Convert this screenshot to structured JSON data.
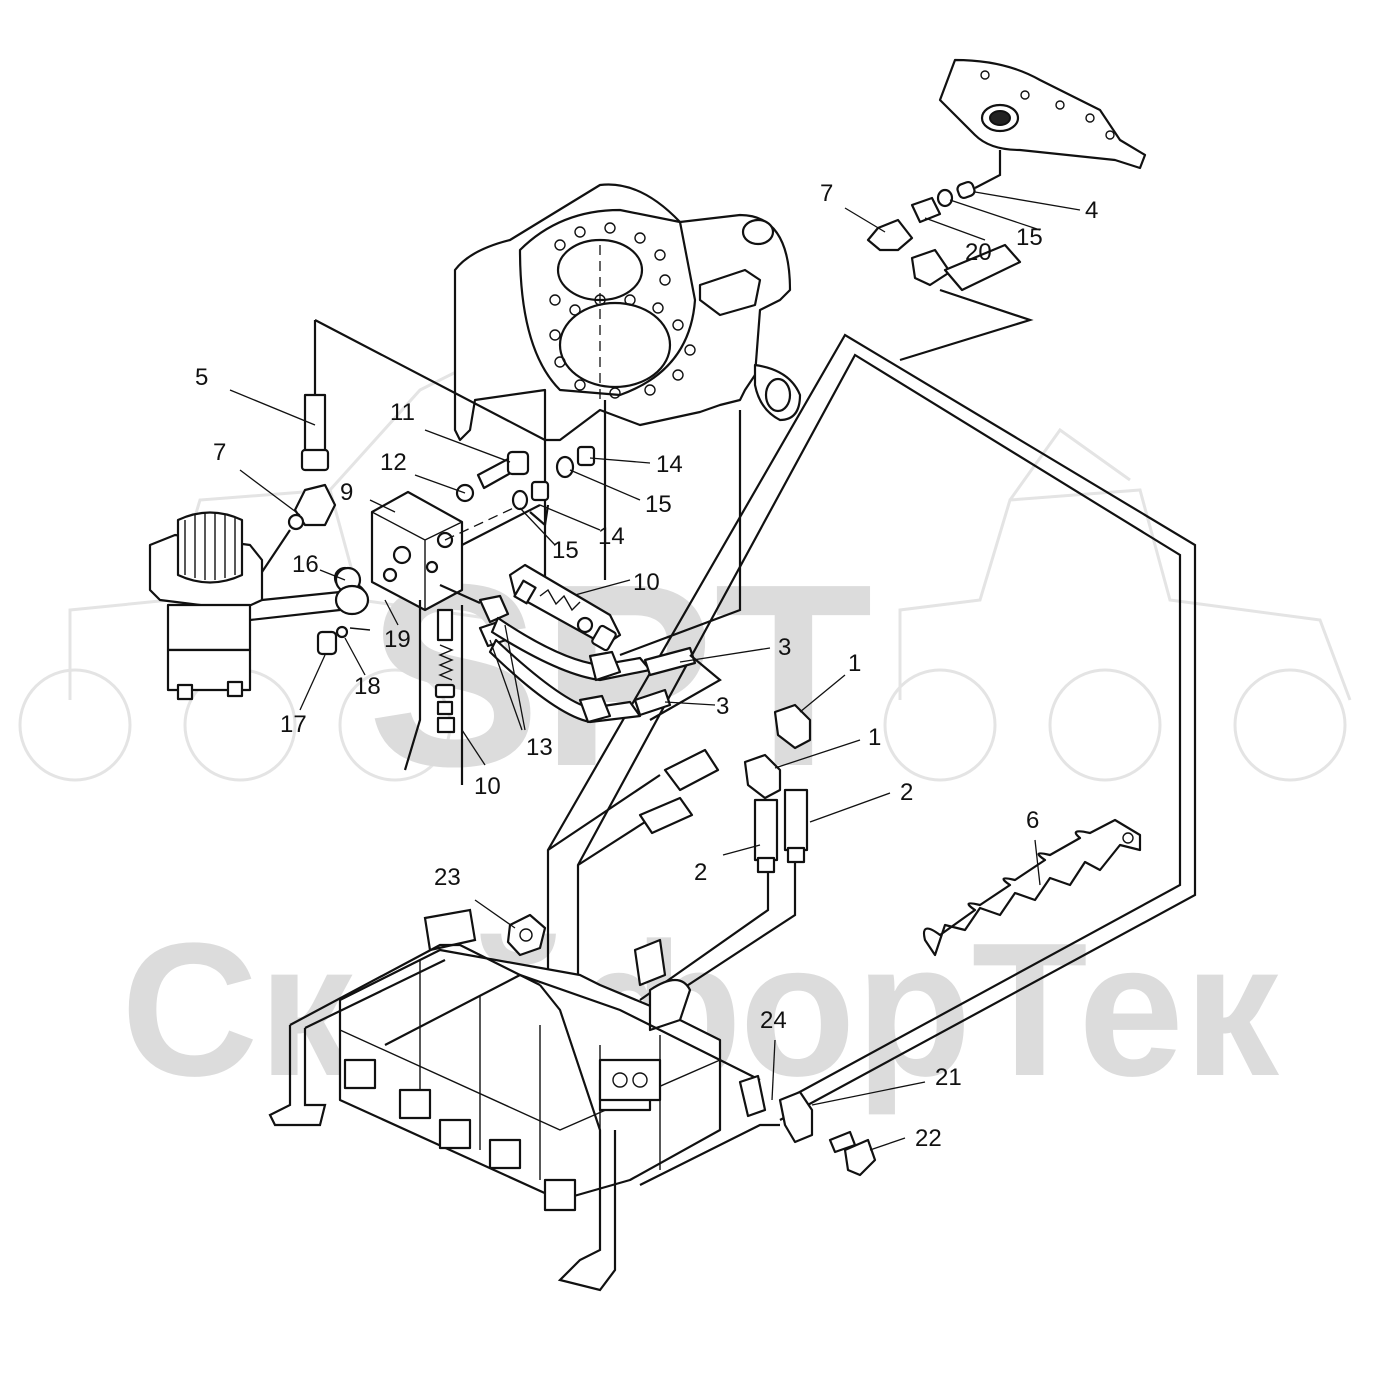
{
  "watermark": {
    "logo_text": "SPT",
    "company_text": "СкайфорТек"
  },
  "callouts": {
    "c1a": "1",
    "c1b": "1",
    "c2a": "2",
    "c2b": "2",
    "c3a": "3",
    "c3b": "3",
    "c4": "4",
    "c5": "5",
    "c6": "6",
    "c7a": "7",
    "c7b": "7",
    "c9": "9",
    "c10a": "10",
    "c10b": "10",
    "c11": "11",
    "c12": "12",
    "c13": "13",
    "c14a": "14",
    "c14b": "14",
    "c15a": "15",
    "c15b": "15",
    "c15c": "15",
    "c16": "16",
    "c17": "17",
    "c18": "18",
    "c19": "19",
    "c20": "20",
    "c21": "21",
    "c22": "22",
    "c23": "23",
    "c24": "24"
  }
}
